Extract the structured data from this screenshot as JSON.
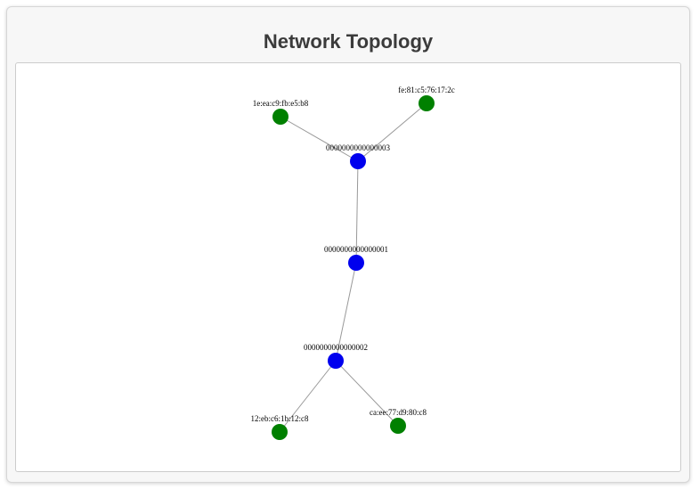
{
  "page": {
    "title": "Network Topology"
  },
  "colors": {
    "switch_node": "#0000ee",
    "host_node": "#008000",
    "link": "#999999"
  },
  "topology": {
    "nodes": [
      {
        "id": "sw3",
        "type": "switch",
        "label": "0000000000000003"
      },
      {
        "id": "sw1",
        "type": "switch",
        "label": "0000000000000001"
      },
      {
        "id": "sw2",
        "type": "switch",
        "label": "0000000000000002"
      },
      {
        "id": "h1",
        "type": "host",
        "label": "1e:ea:c9:fb:e5:b8"
      },
      {
        "id": "h2",
        "type": "host",
        "label": "fe:81:c5:76:17:2c"
      },
      {
        "id": "h3",
        "type": "host",
        "label": "12:eb:c6:1b:12:c8"
      },
      {
        "id": "h4",
        "type": "host",
        "label": "ca:ee:77:d9:80:c8"
      }
    ],
    "links": [
      {
        "source": "h1",
        "target": "sw3"
      },
      {
        "source": "h2",
        "target": "sw3"
      },
      {
        "source": "sw3",
        "target": "sw1"
      },
      {
        "source": "sw1",
        "target": "sw2"
      },
      {
        "source": "sw2",
        "target": "h3"
      },
      {
        "source": "sw2",
        "target": "h4"
      }
    ]
  }
}
